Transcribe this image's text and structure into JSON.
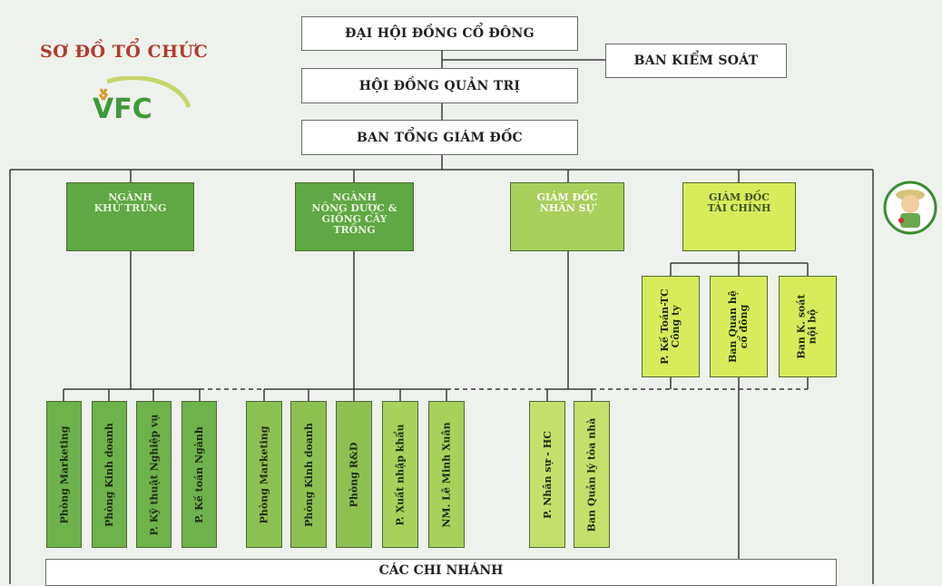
{
  "title": "SƠ ĐỒ TỔ CHỨC",
  "logo_text": "VFC",
  "top_boxes": {
    "shareholders": "ĐẠI HỘI ĐỒNG CỔ ĐÔNG",
    "supervisory": "BAN KIỂM SOÁT",
    "board": "HỘI ĐỒNG QUẢN TRỊ",
    "management": "BAN TỔNG GIÁM ĐỐC"
  },
  "divisions": [
    {
      "label": "NGÀNH\nKHỬ TRÙNG"
    },
    {
      "label": "NGÀNH\nNÔNG DƯỢC &\nGIỐNG CÂY\nTRỒNG"
    },
    {
      "label": "GIÁM ĐỐC\nNHÂN SỰ"
    },
    {
      "label": "GIÁM ĐỐC\nTÀI CHÍNH"
    }
  ],
  "finance_units": [
    {
      "label": "P. Kế Toán-TC\nCông ty"
    },
    {
      "label": "Ban Quan hệ\ncổ đông"
    },
    {
      "label": "Ban K. soát\nnội bộ"
    }
  ],
  "departments": [
    {
      "label": "Phòng Marketing"
    },
    {
      "label": "Phòng Kinh doanh"
    },
    {
      "label": "P. Kỹ thuật Nghiệp vụ"
    },
    {
      "label": "P. Kế toán Ngành"
    },
    {
      "label": "Phòng Marketing"
    },
    {
      "label": "Phòng Kinh doanh"
    },
    {
      "label": "Phòng R&D"
    },
    {
      "label": "P. Xuất nhập khẩu"
    },
    {
      "label": "NM. Lê Minh Xuân"
    },
    {
      "label": "P. Nhân sự - HC"
    },
    {
      "label": "Ban Quản lý tòa nhà"
    }
  ],
  "bottom": "CÁC CHI NHÁNH",
  "colors": {
    "background": "#eef2ec",
    "dark_green": "#5fa845",
    "mid_green": "#8cc152",
    "light_green": "#c5e06a",
    "yellow_green": "#d8ec5b",
    "title_red": "#b23a2c",
    "line": "#3a3a3a"
  }
}
